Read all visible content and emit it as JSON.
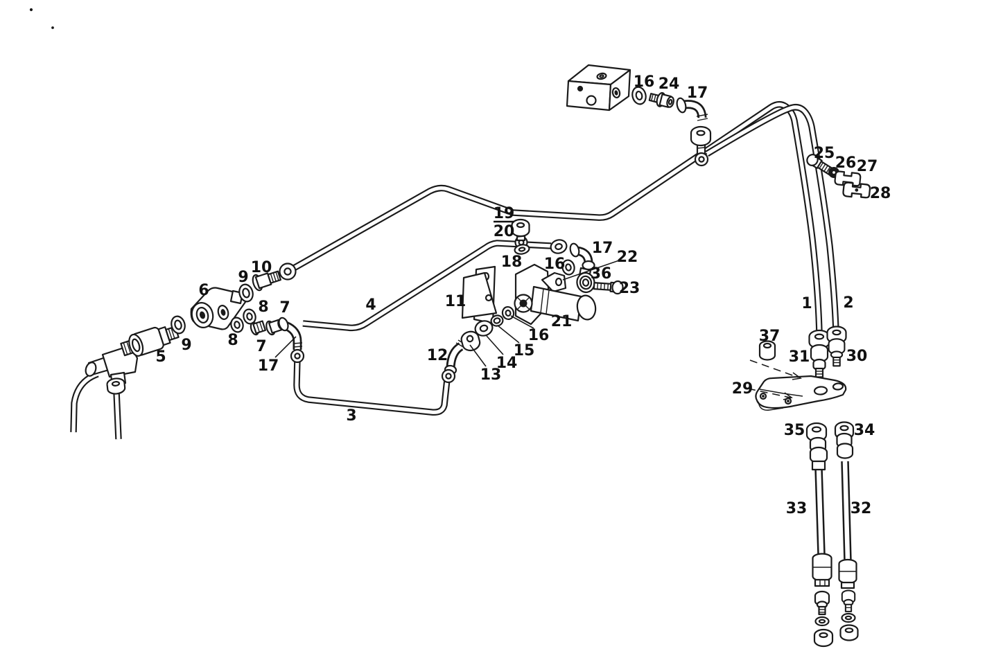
{
  "canvas": {
    "background": "#ffffff",
    "ink_color": "#1a1a1a"
  },
  "diagram": {
    "kind": "exploded parts line diagram (fuel/injection pipe assembly)",
    "part_numbers_shown": [
      "1",
      "2",
      "3",
      "4",
      "5",
      "6",
      "7",
      "8",
      "9",
      "10",
      "11",
      "12",
      "13",
      "14",
      "15",
      "16",
      "17",
      "18",
      "19",
      "20",
      "21",
      "22",
      "23",
      "24",
      "25",
      "26",
      "27",
      "28",
      "29",
      "30",
      "31",
      "32",
      "33",
      "34",
      "35",
      "36",
      "37"
    ]
  },
  "labels": {
    "l1": "1",
    "l2": "2",
    "l3": "3",
    "l4": "4",
    "l5": "5",
    "l6": "6",
    "l7a": "7",
    "l7b": "7",
    "l8a": "8",
    "l8b": "8",
    "l9a": "9",
    "l9b": "9",
    "l10": "10",
    "l11": "11",
    "l12": "12",
    "l13": "13",
    "l14": "14",
    "l15": "15",
    "l16a": "16",
    "l16b": "16",
    "l16c": "16",
    "l17a": "17",
    "l17b": "17",
    "l17c": "17",
    "l18": "18",
    "l19": "19",
    "l20": "20",
    "l21": "21",
    "l22": "22",
    "l23": "23",
    "l24": "24",
    "l25": "25",
    "l26": "26",
    "l27": "27",
    "l28": "28",
    "l29": "29",
    "l30": "30",
    "l31": "31",
    "l32": "32",
    "l33": "33",
    "l34": "34",
    "l35": "35",
    "l36": "36",
    "l37": "37"
  }
}
